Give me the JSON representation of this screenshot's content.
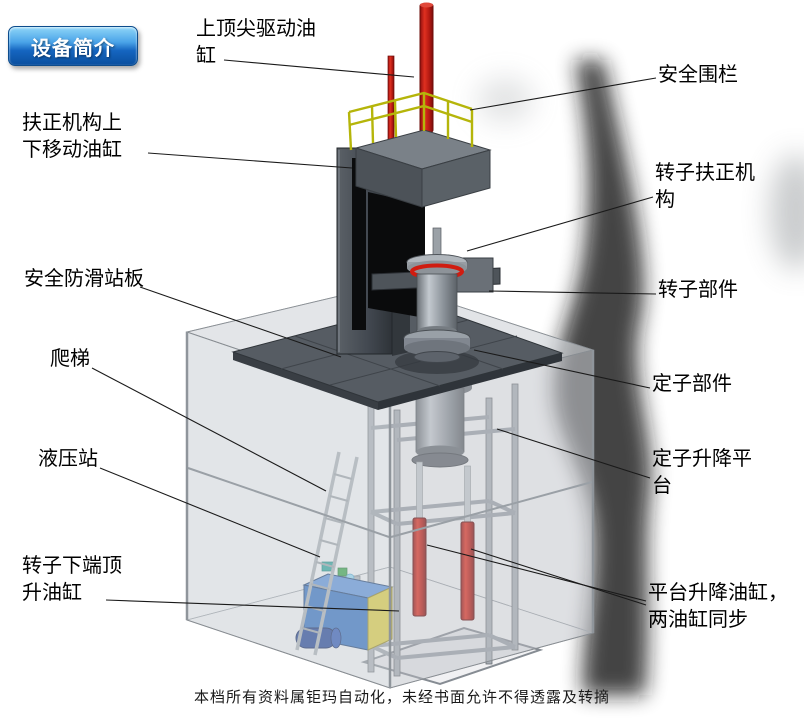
{
  "badge": {
    "label": "设备简介"
  },
  "labels": {
    "top_spindle_cylinder": "上顶尖驱动油\n缸",
    "safety_fence": "安全围栏",
    "centering_move_cylinder": "扶正机构上\n下移动油缸",
    "rotor_centering_mech": "转子扶正机\n构",
    "anti_slip_platform": "安全防滑站板",
    "rotor_part": "转子部件",
    "ladder": "爬梯",
    "stator_part": "定子部件",
    "hydraulic_station": "液压站",
    "stator_lift_platform": "定子升降平\n台",
    "rotor_bottom_jack_cylinder": "转子下端顶\n升油缸",
    "platform_lift_cylinder": "平台升降油缸，\n两油缸同步"
  },
  "footer": "本档所有资料属钜玛自动化，未经书面允许不得透露及转摘",
  "colors": {
    "badge_blue_light": "#8fd6f8",
    "badge_blue_dark": "#0a4f9e",
    "cylinder_red": "#d01c10",
    "fence_yellow": "#b5b50a",
    "hydraulic_blue": "#2f6dbd",
    "cabinet_yellow": "#d9ca3e",
    "platform_gray": "#565c63",
    "label_text": "#000000"
  }
}
